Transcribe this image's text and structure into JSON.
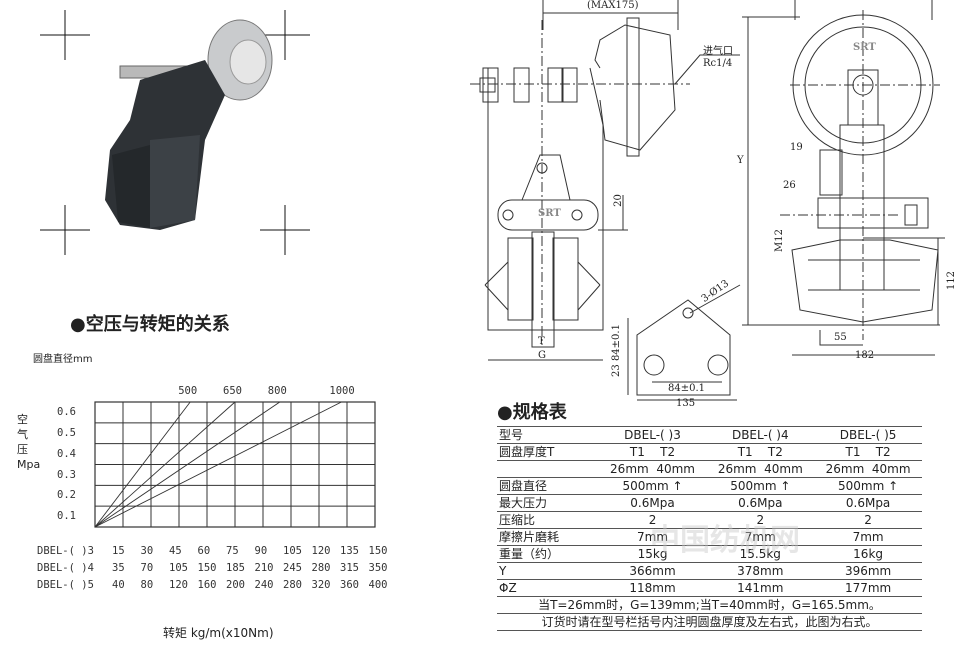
{
  "drawings": {
    "side_view": {
      "max_dim": "(MAX175)",
      "air_inlet": "进气口",
      "air_thread": "Rc1/4",
      "dim_20": "20",
      "dim_t": "T",
      "dim_g": "G",
      "logo": "SRT"
    },
    "bracket": {
      "holes": "3-Ø13",
      "vert": "23  84±0.1",
      "horiz": "84±0.1",
      "width": "135"
    },
    "front_view": {
      "dim_y": "Y",
      "dim_19": "19",
      "dim_26": "26",
      "dim_m12": "M12",
      "dim_112": "112",
      "dim_55": "55",
      "dim_182": "182",
      "logo": "SRT"
    }
  },
  "torque_section": {
    "title": "●空压与转矩的关系",
    "disk_label": "圆盘直径mm"
  },
  "chart_data": {
    "type": "line",
    "title": "空压与转矩的关系",
    "ylabel": "空气压 Mpa",
    "xlabel": "转矩 kg/m(x10Nm)",
    "ylim": [
      0,
      0.6
    ],
    "y_ticks": [
      "0.6",
      "0.5",
      "0.4",
      "0.3",
      "0.2",
      "0.1"
    ],
    "grid": true,
    "series": [
      {
        "name": "500",
        "top_fraction": 0.34
      },
      {
        "name": "650",
        "top_fraction": 0.5
      },
      {
        "name": "800",
        "top_fraction": 0.66
      },
      {
        "name": "1000",
        "top_fraction": 0.88
      }
    ],
    "torque_rows": [
      {
        "model": "DBEL-( )3",
        "values": [
          "15",
          "30",
          "45",
          "60",
          "75",
          "90",
          "105",
          "120",
          "135",
          "150"
        ]
      },
      {
        "model": "DBEL-( )4",
        "values": [
          "35",
          "70",
          "105",
          "150",
          "185",
          "210",
          "245",
          "280",
          "315",
          "350"
        ]
      },
      {
        "model": "DBEL-( )5",
        "values": [
          "40",
          "80",
          "120",
          "160",
          "200",
          "240",
          "280",
          "320",
          "360",
          "400"
        ]
      }
    ]
  },
  "spec": {
    "title": "●规格表",
    "rows": [
      [
        "型号",
        "DBEL-( )3",
        "DBEL-( )4",
        "DBEL-( )5"
      ],
      [
        "圆盘厚度T",
        "T1    T2",
        "T1    T2",
        "T1    T2"
      ],
      [
        "",
        "26mm  40mm",
        "26mm  40mm",
        "26mm  40mm"
      ],
      [
        "圆盘直径",
        "500mm ↑",
        "500mm ↑",
        "500mm ↑"
      ],
      [
        "最大压力",
        "0.6Mpa",
        "0.6Mpa",
        "0.6Mpa"
      ],
      [
        "压缩比",
        "2",
        "2",
        "2"
      ],
      [
        "摩擦片磨耗",
        "7mm",
        "7mm",
        "7mm"
      ],
      [
        "重量（约）",
        "15kg",
        "15.5kg",
        "16kg"
      ],
      [
        "Y",
        "366mm",
        "378mm",
        "396mm"
      ],
      [
        "ΦZ",
        "118mm",
        "141mm",
        "177mm"
      ]
    ],
    "note1": "当T=26mm时，G=139mm;当T=40mm时，G=165.5mm。",
    "note2": "订货时请在型号栏括号内注明圆盘厚度及左右式，此图为右式。"
  },
  "watermark": "中国纺机网"
}
